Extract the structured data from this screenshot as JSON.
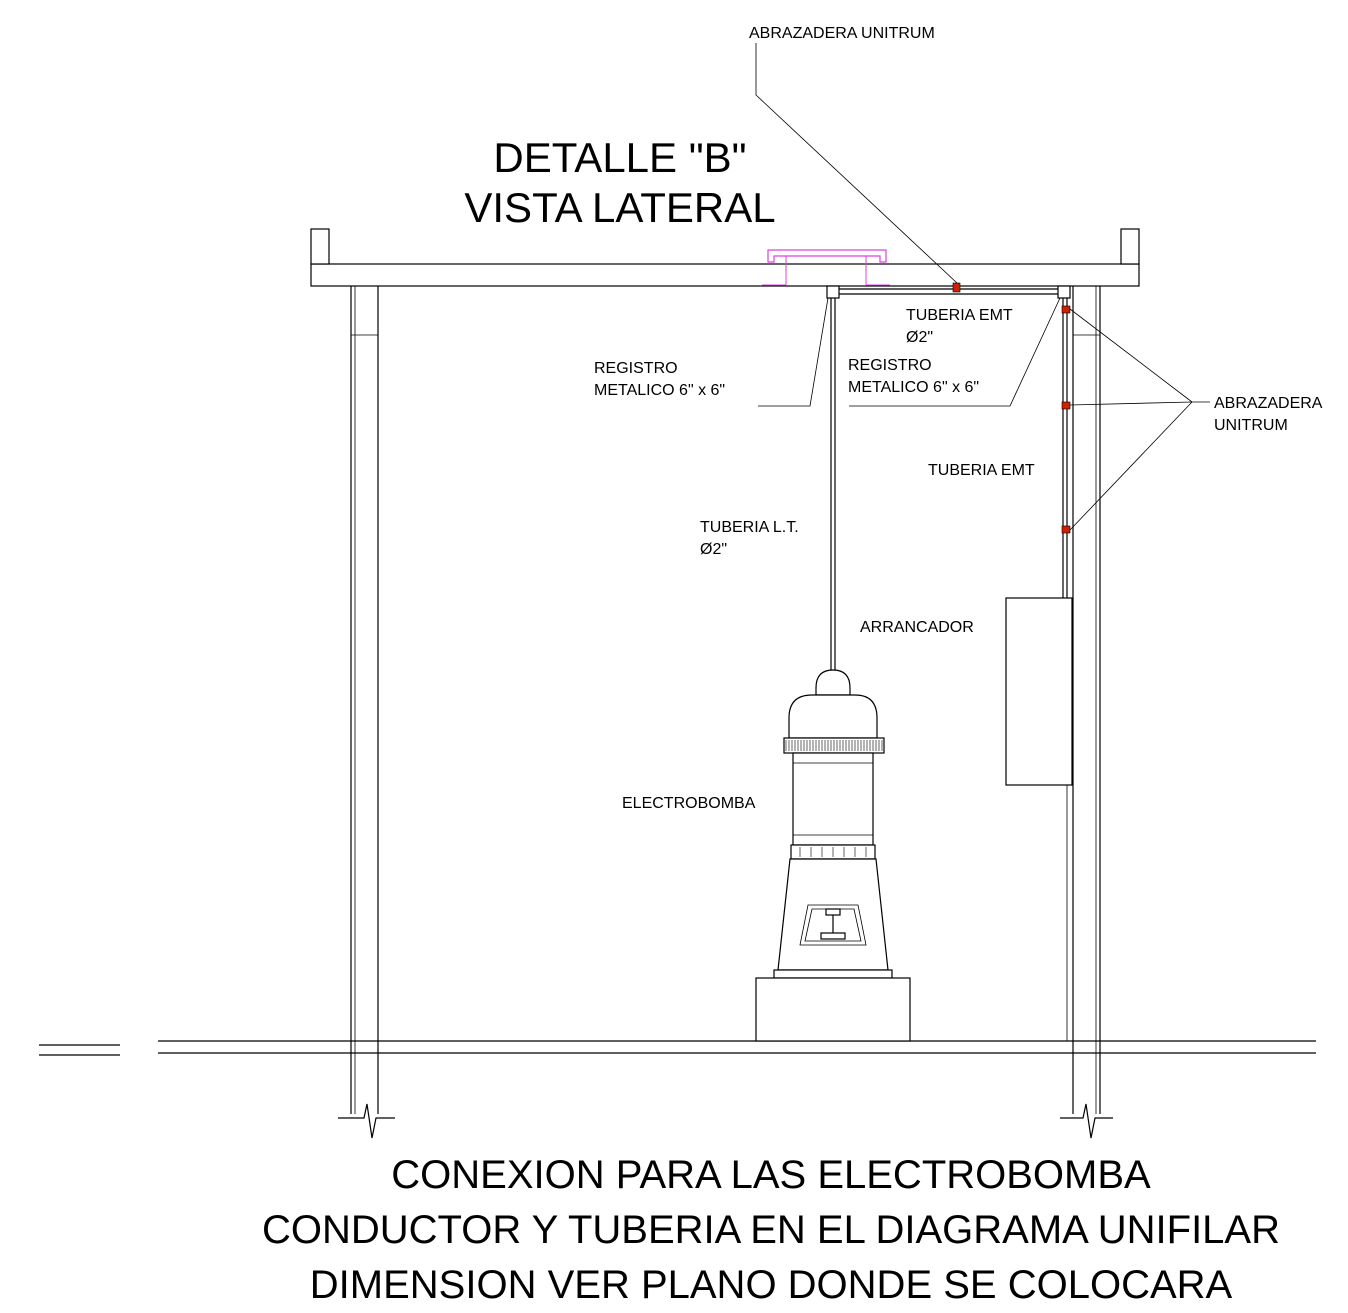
{
  "title": {
    "line1": "DETALLE \"B\"",
    "line2": "VISTA  LATERAL"
  },
  "labels": {
    "abrazadera_top": "ABRAZADERA UNITRUM",
    "tuberia_emt_d2_line1": "TUBERIA EMT",
    "tuberia_emt_d2_line2": "Ø2\"",
    "registro_left_line1": "REGISTRO",
    "registro_left_line2": "METALICO 6\" x 6\"",
    "registro_right_line1": "REGISTRO",
    "registro_right_line2": "METALICO 6\" x 6\"",
    "abrazadera_right_line1": "ABRAZADERA",
    "abrazadera_right_line2": "UNITRUM",
    "tuberia_emt": "TUBERIA EMT",
    "tuberia_lt_line1": "TUBERIA L.T.",
    "tuberia_lt_line2": "Ø2\"",
    "arrancador": "ARRANCADOR",
    "electrobomba": "ELECTROBOMBA"
  },
  "footer": {
    "line1": "CONEXION PARA LAS ELECTROBOMBA",
    "line2": "CONDUCTOR Y TUBERIA EN EL DIAGRAMA UNIFILAR",
    "line3": "DIMENSION VER PLANO DONDE SE COLOCARA"
  },
  "colors": {
    "clamp": "#cc2200",
    "support": "#e040e0",
    "line": "#000000"
  }
}
